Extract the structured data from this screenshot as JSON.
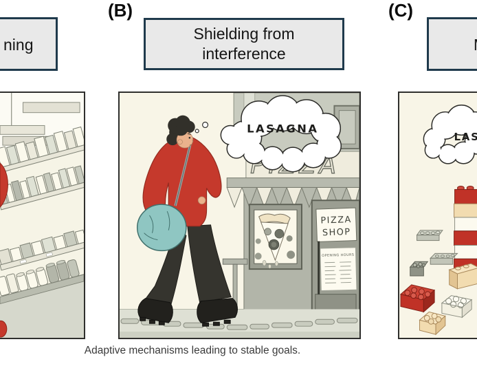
{
  "caption": "Adaptive mechanisms leading to stable goals.",
  "panel_a": {
    "title_fragment": "ning"
  },
  "panel_b": {
    "label": "(B)",
    "title": "Shielding from interference",
    "thought_text": "LASAGNA",
    "neon_sign_text": "PIZZA",
    "door_sign_line1": "PIZZA",
    "door_sign_line2": "SHOP",
    "door_menu_heading": "OPENING HOURS"
  },
  "panel_c": {
    "label": "(C)",
    "title_fragment": "M",
    "thought_text_fragment": "LAS"
  },
  "colors": {
    "title_box_fill": "#e9e9e9",
    "title_box_border": "#1f3a4c",
    "paper_cream": "#f8f5e7",
    "sweater_red": "#c5392c",
    "bag_teal": "#8fc6c2",
    "brick_red": "#c03227",
    "brick_tan": "#f2dcb0",
    "wall_gray": "#c8cbbf",
    "ink": "#2b2b28"
  }
}
